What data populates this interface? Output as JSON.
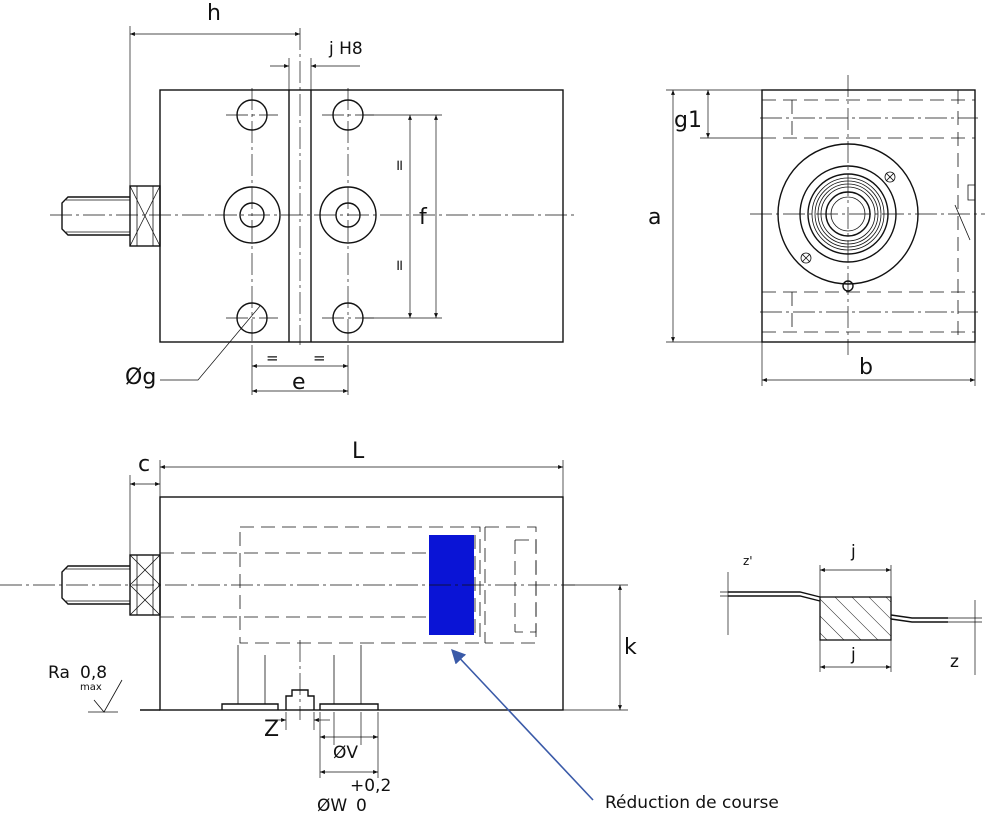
{
  "labels": {
    "h": "h",
    "j_h8": "j H8",
    "g1": "g1",
    "a": "a",
    "b": "b",
    "f": "f",
    "eq_vert_top": "=",
    "eq_vert_bottom": "=",
    "eq_horiz_left": "=",
    "eq_horiz_right": "=",
    "phi_g": "Øg",
    "e": "e",
    "c": "c",
    "L": "L",
    "k": "k",
    "ra": "Ra",
    "ra_value": "0,8",
    "ra_max": "max",
    "z_cap": "Z",
    "phi_v": "ØV",
    "tol_upper": "+0,2",
    "phi_w": "ØW",
    "tol_lower": "0",
    "callout": "Réduction de course",
    "detail_z_prime": "z'",
    "detail_j_top": "j",
    "detail_j_bottom": "j",
    "detail_z": "z"
  },
  "colors": {
    "stroke": "#111111",
    "highlight_block": "#0a14d6",
    "callout_arrow": "#3a5aa8"
  }
}
